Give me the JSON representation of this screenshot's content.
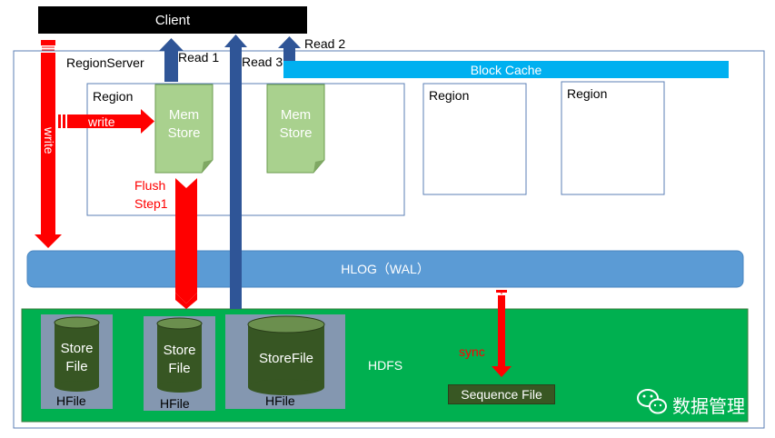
{
  "client": {
    "label": "Client"
  },
  "region_server": {
    "label": "RegionServer"
  },
  "block_cache": {
    "label": "Block Cache"
  },
  "regions": [
    {
      "label": "Region"
    },
    {
      "label": "Region"
    },
    {
      "label": "Region"
    }
  ],
  "memstores": [
    {
      "line1": "Mem",
      "line2": "Store"
    },
    {
      "line1": "Mem",
      "line2": "Store"
    }
  ],
  "arrows": {
    "write_vertical": "write",
    "write_horizontal": "write",
    "flush_line1": "Flush",
    "flush_line2": "Step1",
    "read1": "Read 1",
    "read2": "Read  2",
    "read3": "Read 3",
    "sync": "sync"
  },
  "hlog": {
    "label": "HLOG（WAL）"
  },
  "hdfs": {
    "label": "HDFS",
    "hfiles": [
      {
        "line1": "Store",
        "line2": "File",
        "caption": "HFile"
      },
      {
        "line1": "Store",
        "line2": "File",
        "caption": "HFile"
      },
      {
        "line1": "StoreFile",
        "line2": "",
        "caption": "HFile"
      }
    ],
    "sequence_file": "Sequence File"
  },
  "watermark": {
    "text": "数据管理"
  },
  "colors": {
    "hdfs_green": "#00b050",
    "hlog_blue": "#5b9bd5",
    "arrow_red": "#ff0000",
    "read_blue": "#2f5597",
    "memstore_green": "#a9d18e",
    "block_cache_cyan": "#00b0f0"
  }
}
